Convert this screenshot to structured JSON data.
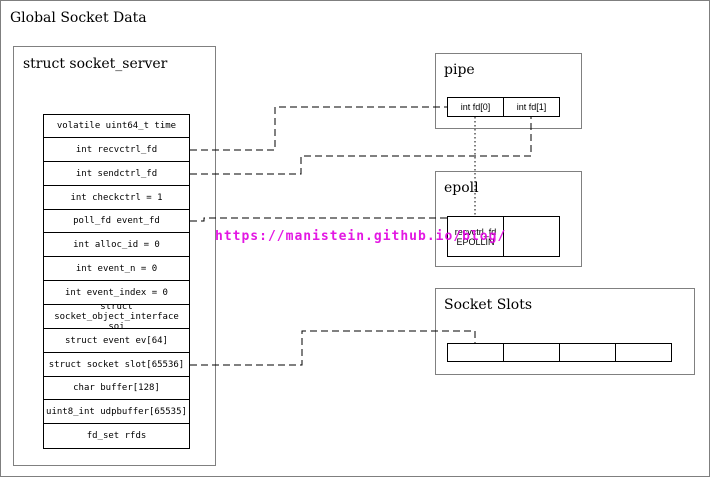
{
  "diagram": {
    "title": "Global Socket Data",
    "server": {
      "title": "struct socket_server",
      "fields": [
        "volatile uint64_t time",
        "int recvctrl_fd",
        "int sendctrl_fd",
        "int checkctrl = 1",
        "poll_fd event_fd",
        "int alloc_id = 0",
        "int event_n = 0",
        "int event_index = 0",
        "struct socket_object_interface soi",
        "struct event ev[64]",
        "struct socket slot[65536]",
        "char buffer[128]",
        "uint8_int udpbuffer[65535]",
        "fd_set rfds"
      ]
    },
    "pipe": {
      "title": "pipe",
      "fd0": "int fd[0]",
      "fd1": "int fd[1]"
    },
    "epoll": {
      "title": "epoll",
      "cell_line1": "recvctrl_fd",
      "cell_line2": "EPOLLIN"
    },
    "slots": {
      "title": "Socket Slots"
    },
    "watermark": "https://manistein.github.io/blog/",
    "colors": {
      "border": "#808080",
      "watermark": "#e000e0",
      "line": "#000000"
    }
  }
}
